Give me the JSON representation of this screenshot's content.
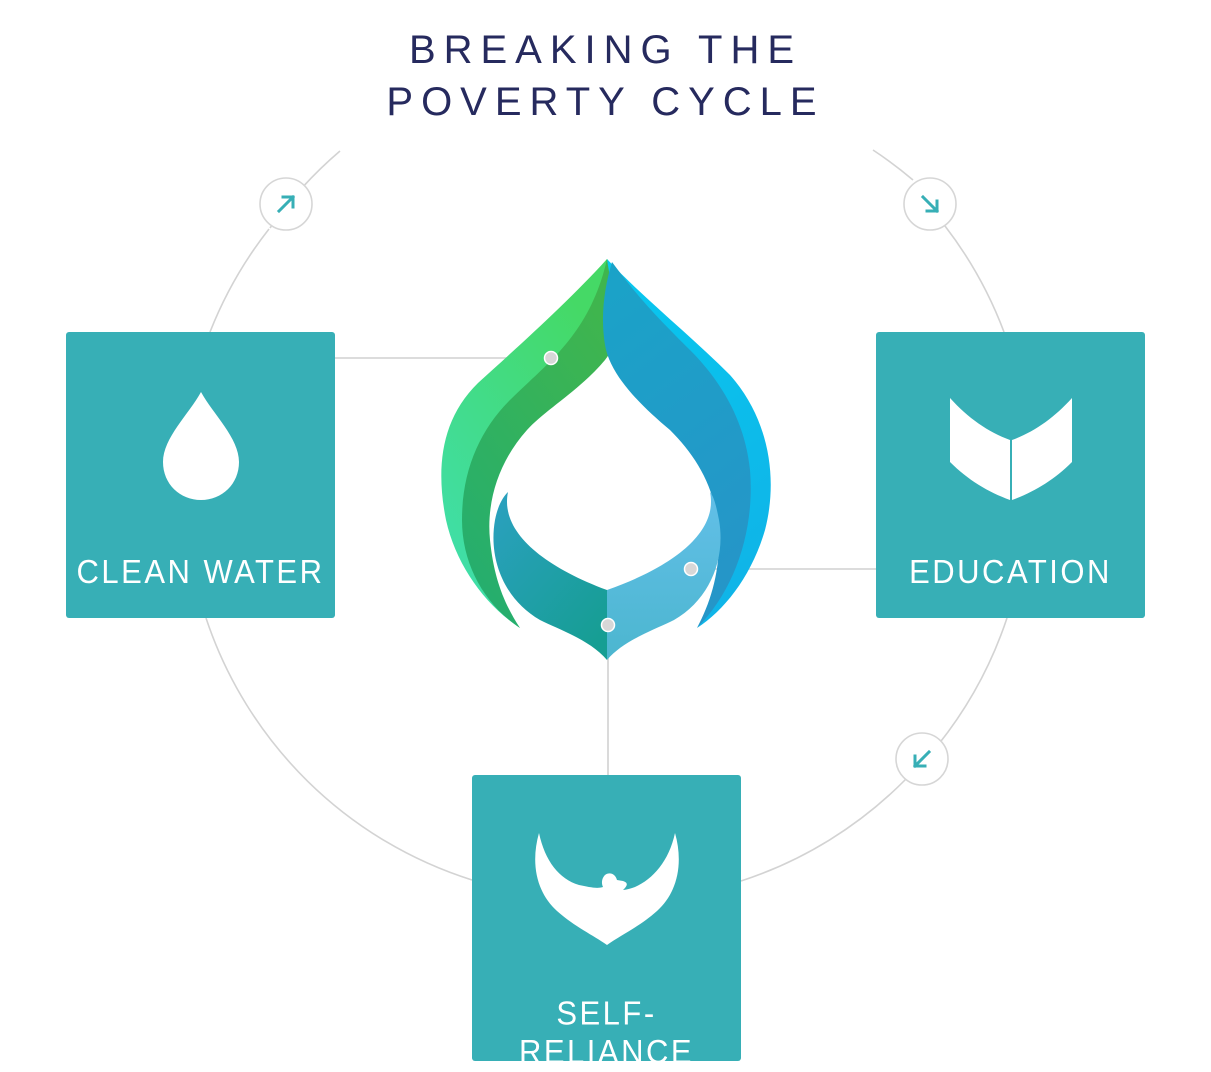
{
  "title": {
    "line1": "BREAKING THE",
    "line2": "POVERTY CYCLE"
  },
  "cards": {
    "water": {
      "label": "CLEAN WATER",
      "icon": "water-drop-icon"
    },
    "education": {
      "label": "EDUCATION",
      "icon": "open-book-icon"
    },
    "self_reliance": {
      "label": "SELF-RELIANCE",
      "icon": "eagle-icon"
    }
  },
  "cycle_arrows": [
    {
      "direction": "up-right",
      "icon": "arrow-up-right-icon"
    },
    {
      "direction": "down-right",
      "icon": "arrow-down-right-icon"
    },
    {
      "direction": "down-left",
      "icon": "arrow-down-left-icon"
    }
  ],
  "center_logo": {
    "icon": "leaf-drop-logo"
  },
  "colors": {
    "title": "#262a5e",
    "card": "#37afb6",
    "cycle_line": "#d3d3d3",
    "arrow": "#37afb6",
    "logo_green_light": "#43dc6b",
    "logo_green_dark": "#2fae55",
    "logo_blue_light": "#0bc6ef",
    "logo_blue_dark": "#1e9fc5"
  }
}
